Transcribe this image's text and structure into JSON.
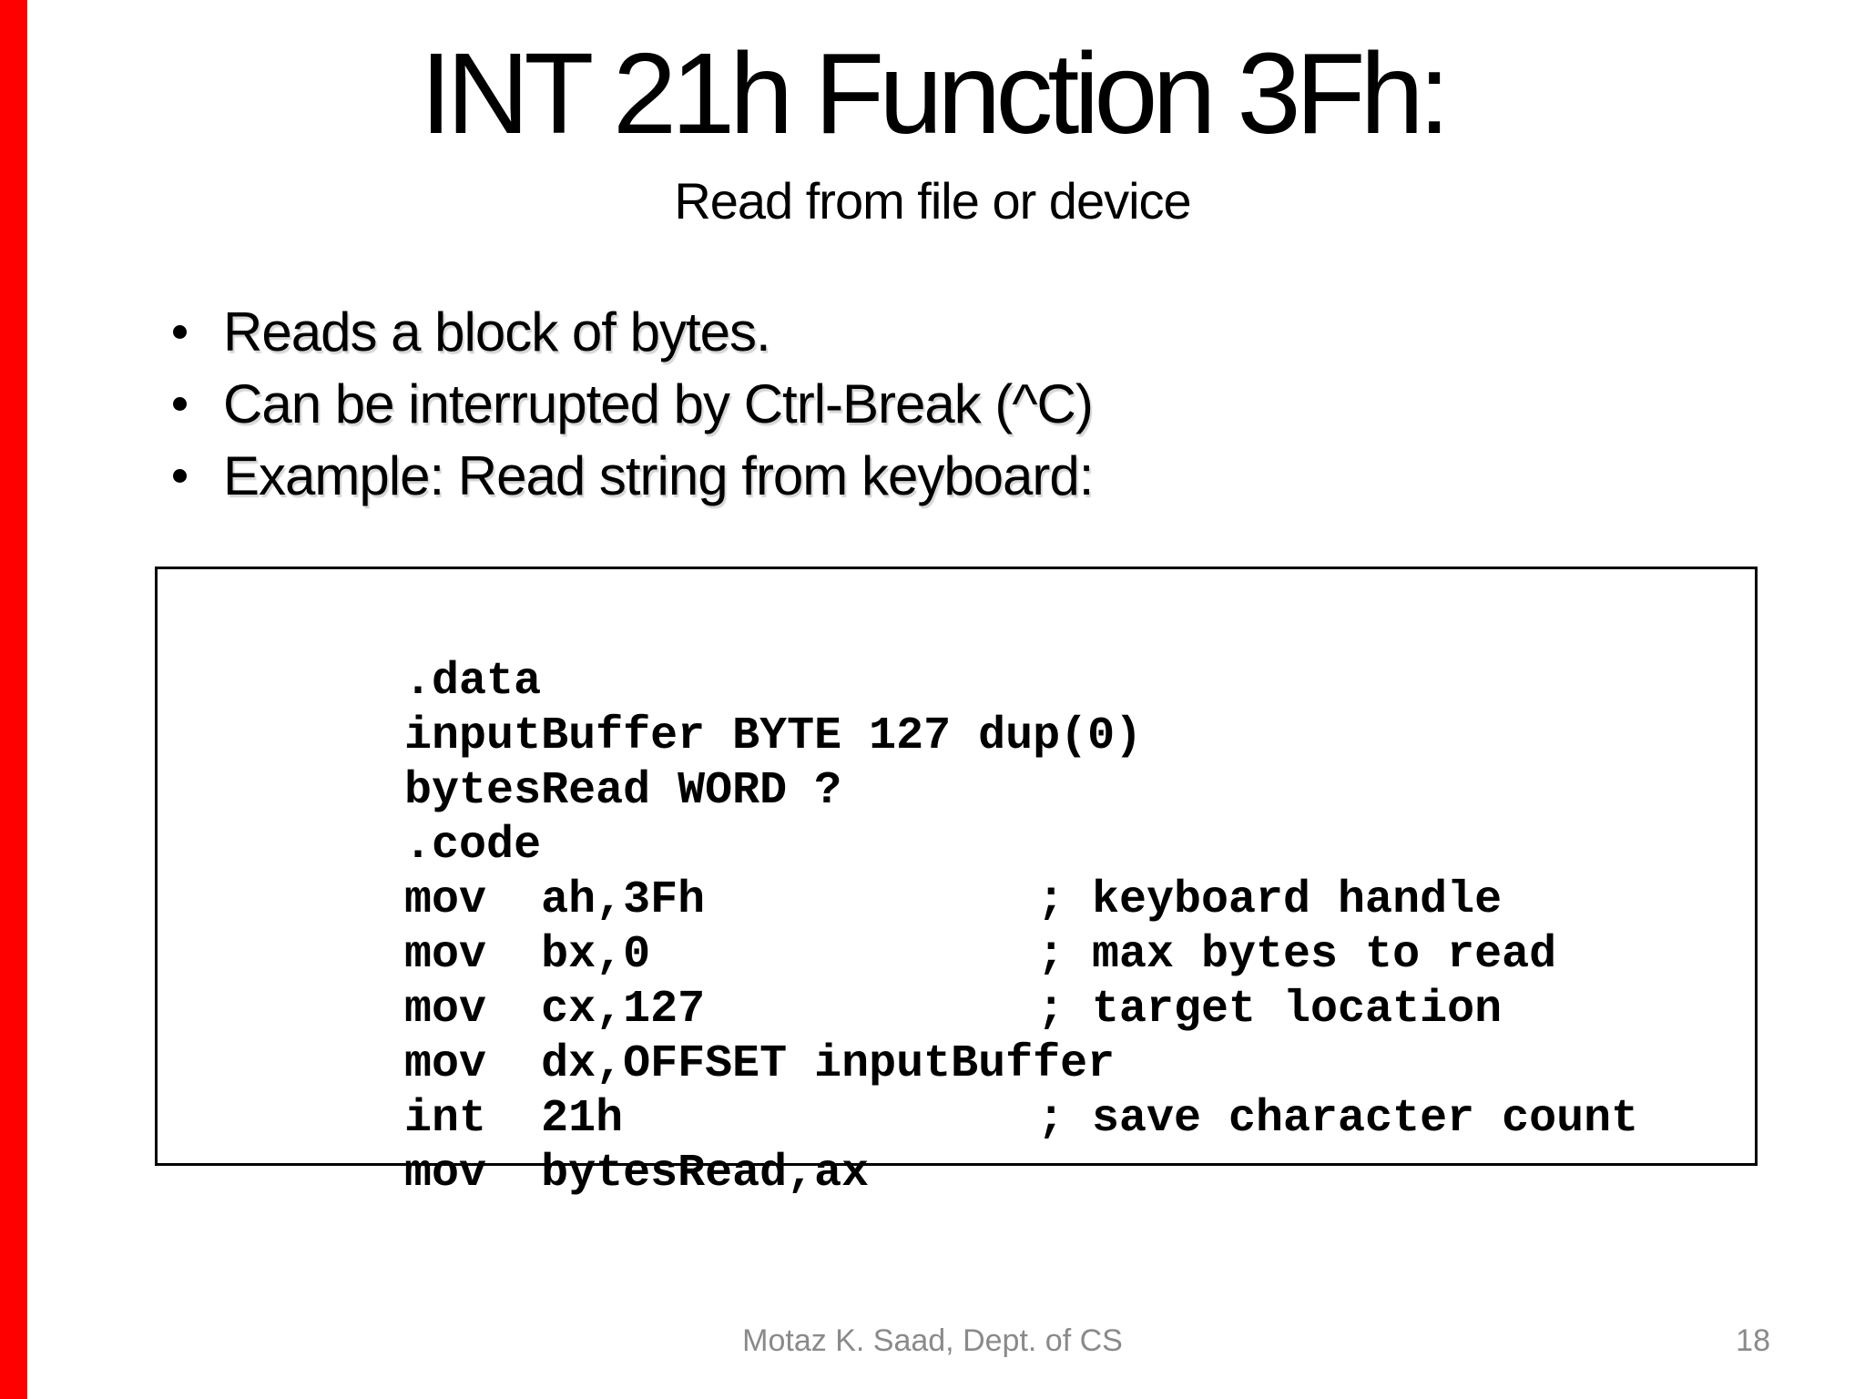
{
  "slide": {
    "accent_color": "#ff0000",
    "title": "INT 21h Function 3Fh:",
    "subtitle": "Read from file or device",
    "bullets": [
      "Reads a block of bytes.",
      "Can be interrupted by Ctrl-Break (^C)",
      "Example: Read string from keyboard:"
    ],
    "code_listing": {
      "lines": [
        {
          "code": ".data",
          "comment": ""
        },
        {
          "code": "inputBuffer BYTE 127 dup(0)",
          "comment": ""
        },
        {
          "code": "bytesRead WORD ?",
          "comment": ""
        },
        {
          "code": ".code",
          "comment": ""
        },
        {
          "code": "mov  ah,3Fh",
          "comment": ""
        },
        {
          "code": "mov  bx,0",
          "comment": "; keyboard handle"
        },
        {
          "code": "mov  cx,127",
          "comment": "; max bytes to read"
        },
        {
          "code": "mov  dx,OFFSET inputBuffer",
          "comment": "; target location"
        },
        {
          "code": "int  21h",
          "comment": ""
        },
        {
          "code": "mov  bytesRead,ax",
          "comment": "; save character count"
        }
      ]
    },
    "footer": {
      "author": "Motaz K. Saad, Dept. of CS",
      "page_number": "18"
    }
  }
}
